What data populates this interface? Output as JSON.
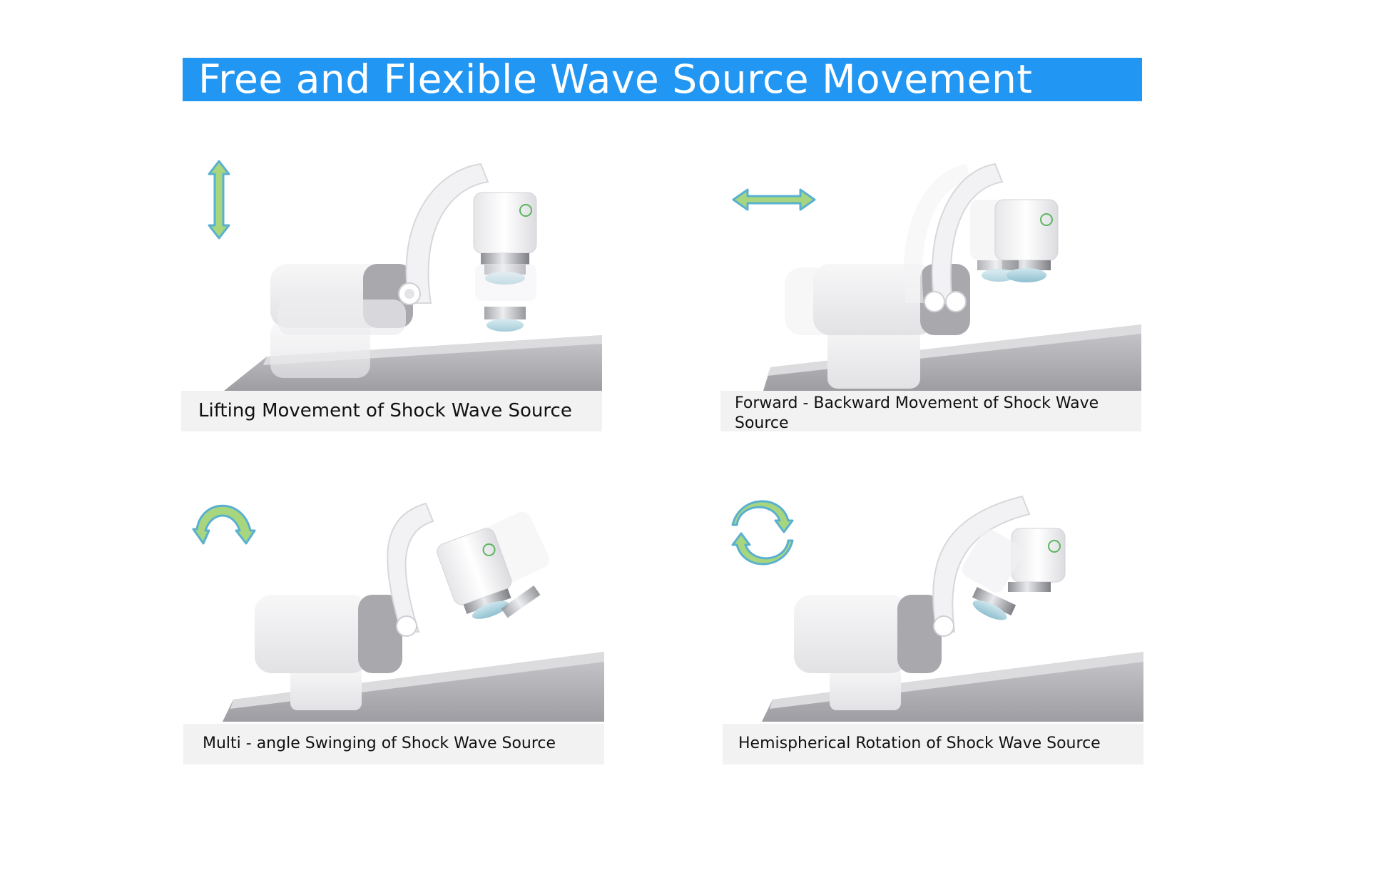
{
  "title": "Free and Flexible Wave Source Movement",
  "colors": {
    "banner": "#2196f3",
    "arrow_fill": "#a7d67e",
    "arrow_outline": "#5ab0cf",
    "caption_bar": "#f2f2f2",
    "device_body": "#efeff1",
    "device_panel": "#a8a8ad",
    "logo_green": "#5bb55f"
  },
  "panels": [
    {
      "caption": "Lifting Movement of Shock Wave Source",
      "icon": "vertical-double-arrow-icon",
      "movement": "lifting"
    },
    {
      "caption": "Forward - Backward Movement of Shock Wave Source",
      "icon": "horizontal-double-arrow-icon",
      "movement": "forward-backward"
    },
    {
      "caption": "Multi - angle Swinging of Shock Wave Source",
      "icon": "curved-swing-arrow-icon",
      "movement": "swinging"
    },
    {
      "caption": "Hemispherical Rotation of Shock Wave Source",
      "icon": "rotation-arrows-icon",
      "movement": "rotation"
    }
  ]
}
